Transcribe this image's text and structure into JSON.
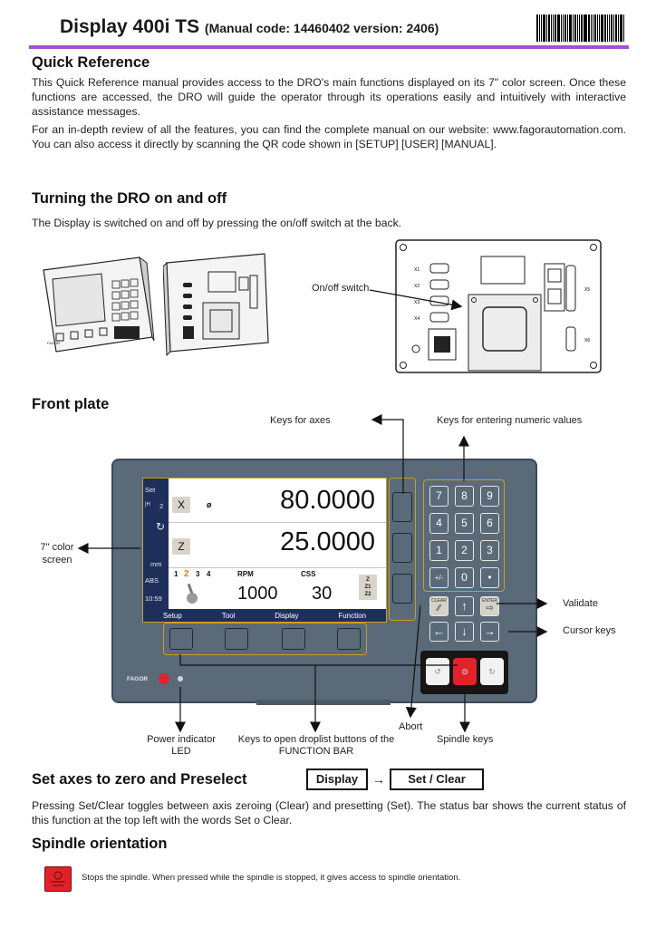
{
  "header": {
    "title": "Display 400i TS",
    "manual_code": "(Manual code: 14460402 version: 2406)",
    "accent_color": "#a64fd6"
  },
  "quick_reference": {
    "heading": "Quick Reference",
    "para1": "This Quick Reference manual provides access to the DRO's main functions displayed on its 7\" color screen. Once these functions are accessed, the DRO will guide the operator through its operations easily and intuitively with interactive assistance messages.",
    "para2": "For an in-depth review of all the features, you can find the complete manual on our website: www.fagorautomation.com. You can also access it directly by scanning the QR code shown in [SETUP] [USER] [MANUAL]."
  },
  "turning": {
    "heading": "Turning the DRO on and off",
    "para": "The Display is switched on and off by pressing the on/off switch at the back.",
    "switch_label": "On/off switch",
    "connector_labels": [
      "X1",
      "X2",
      "X3",
      "X4",
      "X5",
      "X6"
    ]
  },
  "front_plate": {
    "heading": "Front plate",
    "labels": {
      "keys_axes": "Keys for axes",
      "keys_numeric": "Keys for entering numeric values",
      "screen_line1": "7\" color",
      "screen_line2": "screen",
      "validate": "Validate",
      "cursor": "Cursor keys",
      "abort": "Abort",
      "power_line1": "Power indicator",
      "power_line2": "LED",
      "droplist_line1": "Keys to open droplist buttons of the",
      "droplist_line2": "FUNCTION BAR",
      "spindle": "Spindle keys"
    },
    "screen": {
      "set": "Set",
      "mode_left": "|H",
      "mode_num": "2",
      "units": "mm",
      "abs": "ABS",
      "time": "10:59",
      "axis_x": "X",
      "axis_z": "Z",
      "diameter": "ø",
      "value_x": "80.0000",
      "value_z": "25.0000",
      "gears": [
        "1",
        "2",
        "3",
        "4"
      ],
      "rpm_label": "RPM",
      "css_label": "CSS",
      "rpm_value": "1000",
      "css_value": "30",
      "z_tags": [
        "Z",
        "Z1",
        "Z2"
      ],
      "function_bar": [
        "Setup",
        "Tool",
        "Display",
        "Function"
      ]
    },
    "numpad": [
      "7",
      "8",
      "9",
      "4",
      "5",
      "6",
      "1",
      "2",
      "3",
      "+/-",
      "0",
      "•"
    ],
    "clear_key": "CLEAR",
    "enter_key": "ENTER",
    "brand": "FAGOR"
  },
  "set_zero": {
    "heading": "Set axes to zero and Preselect",
    "button_display": "Display",
    "arrow": "→",
    "button_setclear": "Set / Clear",
    "para": "Pressing Set/Clear toggles between axis zeroing (Clear) and presetting (Set). The status bar shows the current status of this function at the top left with the words Set o Clear."
  },
  "spindle_orientation": {
    "heading": "Spindle orientation",
    "para": "Stops the spindle. When pressed while the spindle is stopped, it gives access to spindle orientation."
  }
}
